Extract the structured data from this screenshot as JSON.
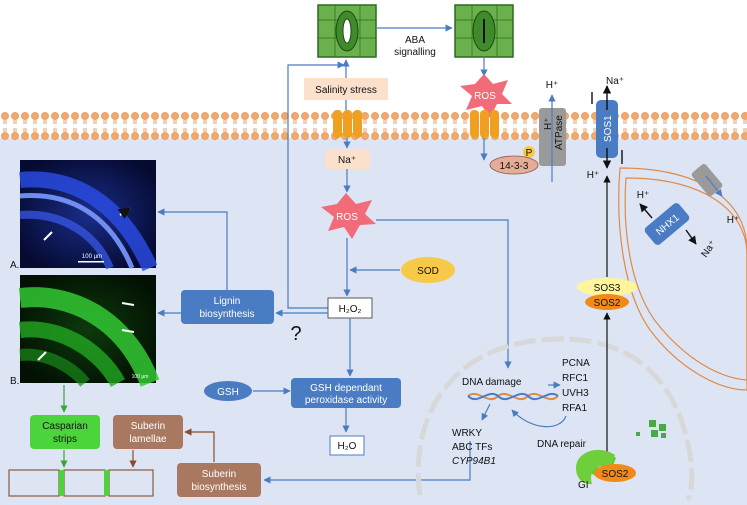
{
  "colors": {
    "cell_bg": "#dde5f4",
    "membrane": "#f3a86b",
    "arrow": "#4a7cc4",
    "ros": "#f26b78",
    "blue_box": "#4a7cc4",
    "brown_box": "#a97860",
    "green_box": "#4cd43c",
    "sod": "#f7c948",
    "sos2": "#f28a1a",
    "nucleus_border": "#dadada"
  },
  "stomata": {
    "abscisic_label_line1": "ABA",
    "abscisic_label_line2": "signalling"
  },
  "labels": {
    "salinity_stress": "Salinity stress",
    "na_plus": "Na⁺",
    "ros_top": "ROS",
    "ros_mid": "ROS",
    "sod": "SOD",
    "h2o2": "H₂O₂",
    "question": "?",
    "lignin_line1": "Lignin",
    "lignin_line2": "biosynthesis",
    "gsh": "GSH",
    "gsh_perox_line1": "GSH dependant",
    "gsh_perox_line2": "peroxidase activity",
    "h2o": "H₂O",
    "casparian_line1": "Casparian",
    "casparian_line2": "strips",
    "suberin_lam_line1": "Suberin",
    "suberin_lam_line2": "lamellae",
    "suberin_bio_line1": "Suberin",
    "suberin_bio_line2": "biosynthesis",
    "dna_damage": "DNA damage",
    "pcna": "PCNA",
    "rfc1": "RFC1",
    "uvh3": "UVH3",
    "rfa1": "RFA1",
    "dna_repair": "DNA repair",
    "wrky": "WRKY",
    "abc": "ABC TFs",
    "cyp": "CYP94B1",
    "atpase": "ATPase",
    "atpase_h": "H⁺",
    "h_top_atpase": "H⁺",
    "p_label": "P",
    "fourteen33": "14-3-3",
    "sos1": "SOS1",
    "na_top_sos1": "Na⁺",
    "h_bottom_sos1": "H⁺",
    "sos3": "SOS3",
    "sos2": "SOS2",
    "sos2_gi": "SOS2",
    "gi": "GI",
    "nhx1": "NHX1",
    "nhx_h_top": "H⁺",
    "nhx_na": "Na⁺",
    "vac_h": "H⁺",
    "micro_a_label": "A.",
    "micro_b_label": "B.",
    "scale_a": "100 µm",
    "scale_b": "100 µm"
  }
}
